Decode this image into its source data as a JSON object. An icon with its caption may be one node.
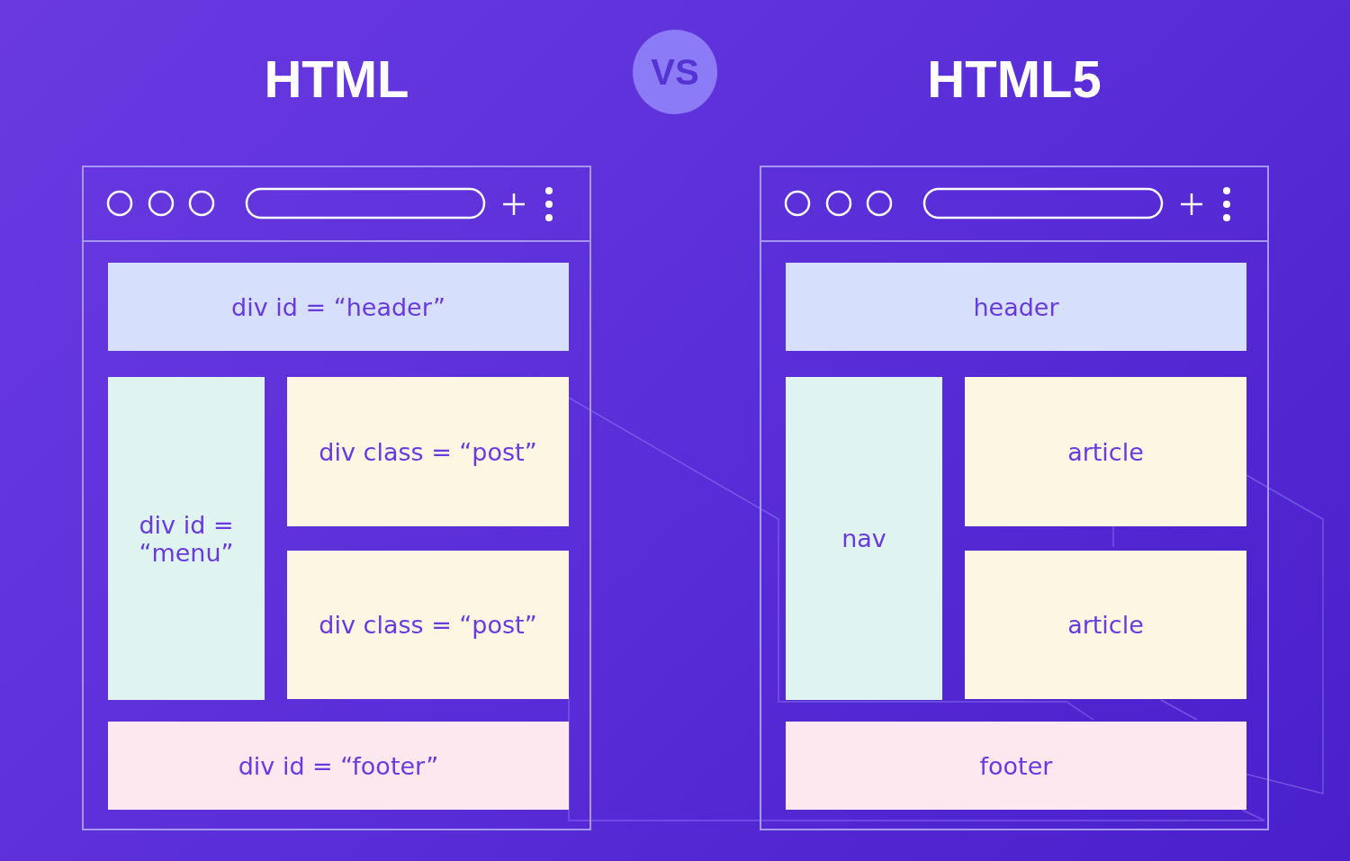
{
  "diagram": {
    "nodes": [
      {
        "text": [
          "HTML"
        ]
      },
      {
        "text": [
          "div id = “header”"
        ],
        "in": 0
      },
      {
        "text": [
          "div id = “menu”"
        ],
        "in": 0
      },
      {
        "text": [
          "div class = “post”"
        ],
        "in": 0
      },
      {
        "text": [
          "div class = “post”"
        ],
        "in": 0
      },
      {
        "text": [
          "div id = “footer”"
        ],
        "in": 0
      },
      {
        "text": [
          "VS"
        ]
      },
      {
        "text": [
          "HTML5"
        ]
      },
      {
        "text": [
          "header"
        ],
        "in": 7
      },
      {
        "text": [
          "nav"
        ],
        "in": 7
      },
      {
        "text": [
          "article"
        ],
        "in": 7
      },
      {
        "text": [
          "article"
        ],
        "in": 7
      },
      {
        "text": [
          "footer"
        ],
        "in": 7
      }
    ],
    "edges": []
  }
}
